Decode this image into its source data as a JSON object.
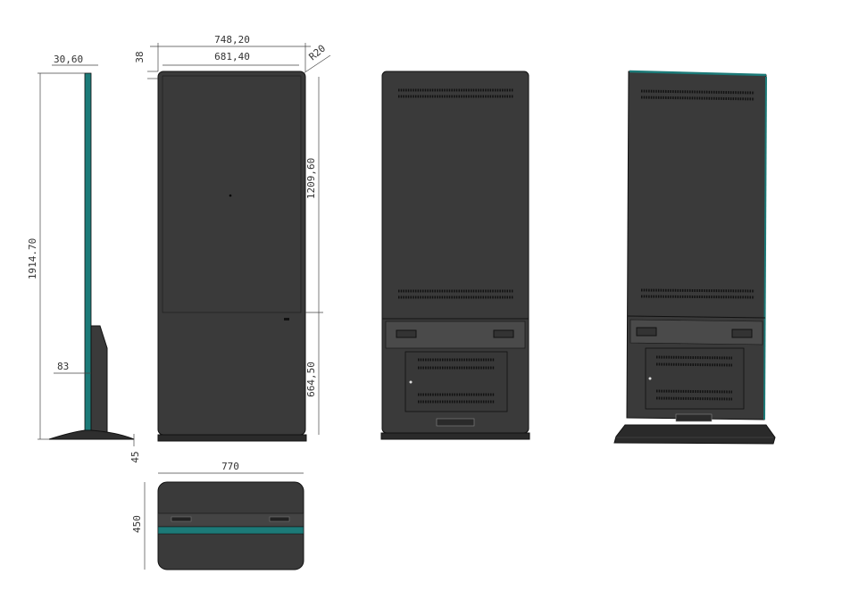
{
  "drawing": {
    "views": [
      "side-view",
      "front-view",
      "top-view",
      "back-view",
      "perspective-view"
    ],
    "dimensions": {
      "overall_height": "1914.70",
      "panel_thickness": "30,60",
      "stand_depth": "83",
      "base_height": "45",
      "overall_width": "748,20",
      "screen_width": "681,40",
      "top_bezel": "38",
      "corner_radius": "R20",
      "screen_height": "1209,60",
      "lower_height": "664,50",
      "base_width": "770",
      "base_depth": "450"
    },
    "colors": {
      "body": "#3a3a3a",
      "edge": "#1c7a78",
      "line": "#444444"
    }
  }
}
